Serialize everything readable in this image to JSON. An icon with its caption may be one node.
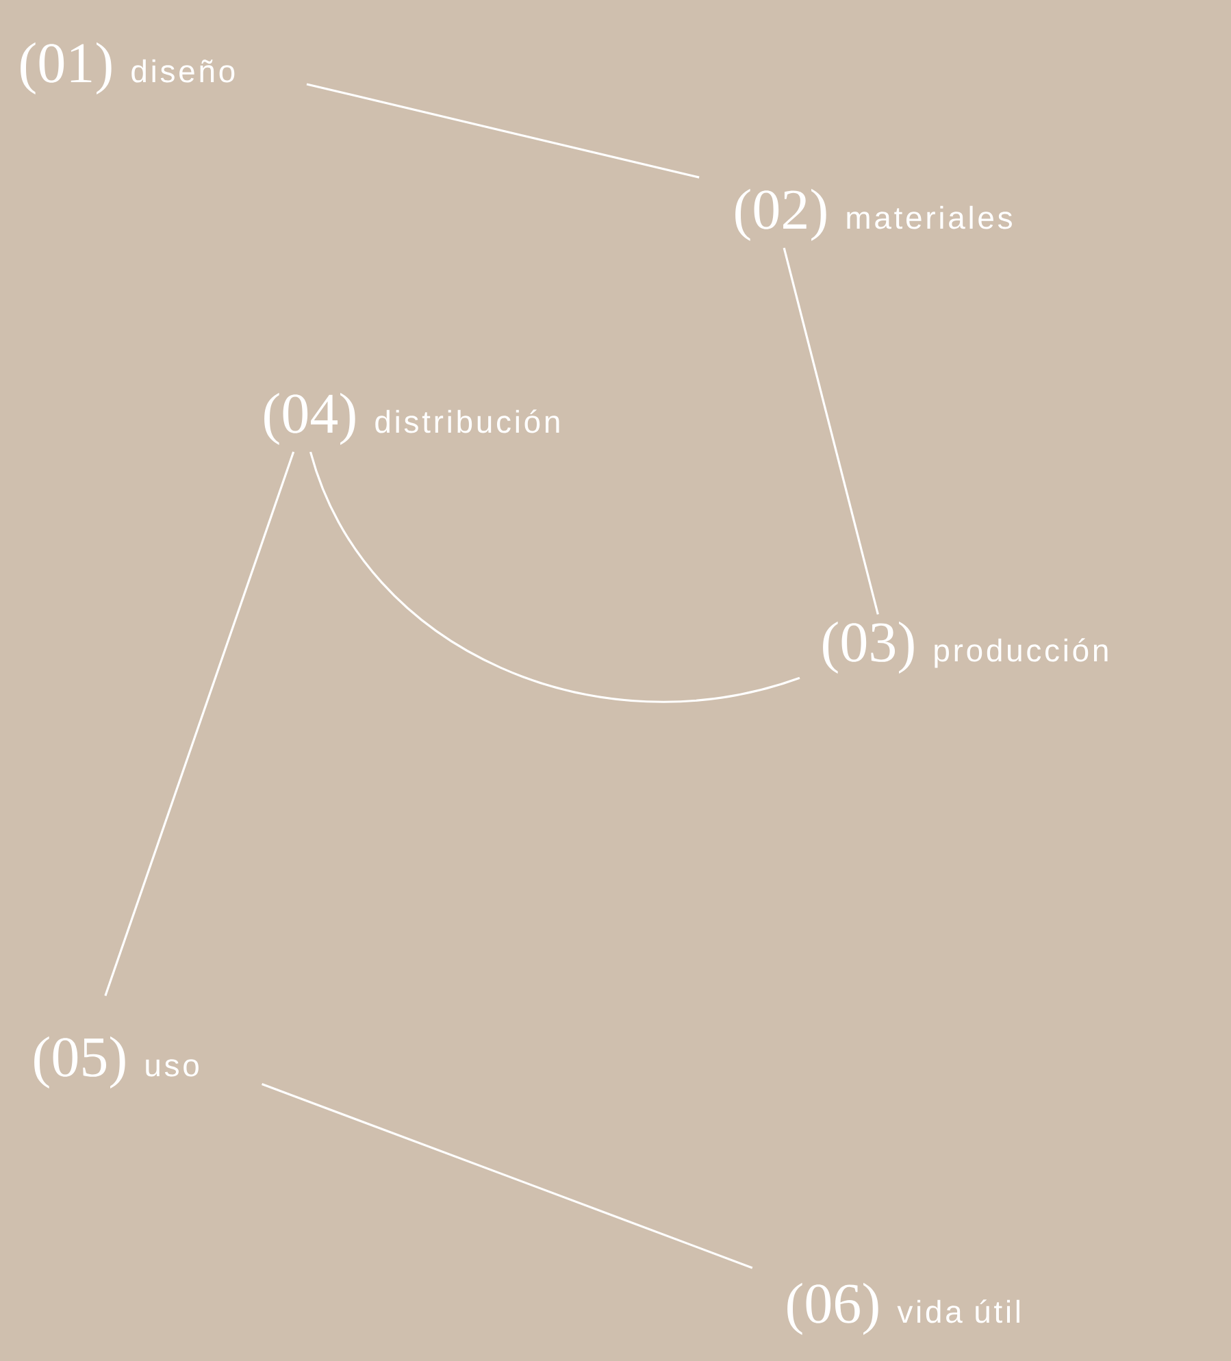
{
  "diagram": {
    "nodes": [
      {
        "text": [
          "(01)",
          "diseño"
        ]
      },
      {
        "text": [
          "(02)",
          "materiales"
        ]
      },
      {
        "text": [
          "(03)",
          "producción"
        ]
      },
      {
        "text": [
          "(04)",
          "distribución"
        ]
      },
      {
        "text": [
          "(05)",
          "uso"
        ]
      },
      {
        "text": [
          "(06)",
          "vida útil"
        ]
      }
    ],
    "edges": [
      {
        "from": 0,
        "to": 1,
        "arrow": "none"
      },
      {
        "from": 1,
        "to": 2,
        "arrow": "none"
      },
      {
        "from": 2,
        "to": 3,
        "arrow": "none"
      },
      {
        "from": 3,
        "to": 4,
        "arrow": "none"
      },
      {
        "from": 4,
        "to": 5,
        "arrow": "none"
      }
    ]
  }
}
